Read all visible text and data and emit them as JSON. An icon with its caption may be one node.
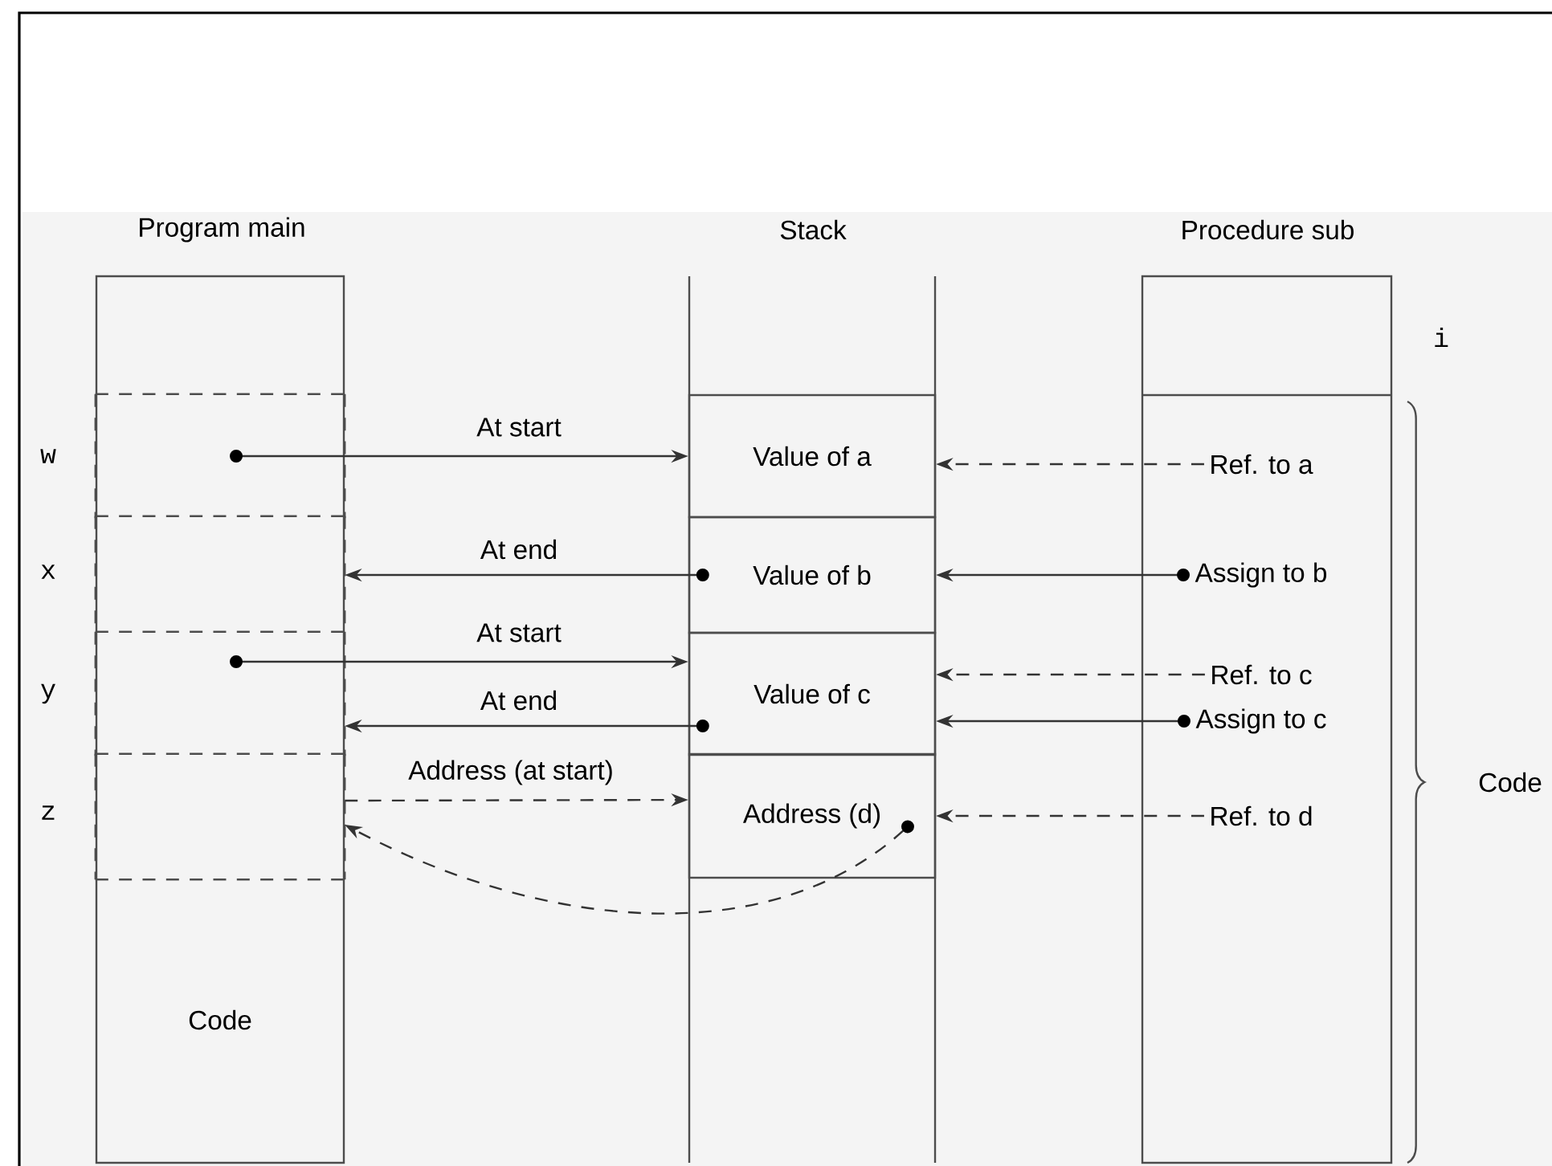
{
  "diagram": {
    "nodes": [
      {
        "text": [
          "Program main"
        ]
      },
      {
        "text": [],
        "shape": "box",
        "in": 0,
        "beside": [
          "w"
        ]
      },
      {
        "text": [],
        "shape": "box",
        "in": 0,
        "beside": [
          "x"
        ]
      },
      {
        "text": [],
        "shape": "box",
        "in": 0,
        "beside": [
          "y"
        ]
      },
      {
        "text": [],
        "shape": "box",
        "in": 0,
        "beside": [
          "z"
        ]
      },
      {
        "text": [
          "Code"
        ],
        "in": 0
      },
      {
        "text": [
          "Stack"
        ]
      },
      {
        "text": [
          "Value of a"
        ],
        "in": 6
      },
      {
        "text": [
          "Value of b"
        ],
        "in": 6
      },
      {
        "text": [
          "Value of c"
        ],
        "in": 6
      },
      {
        "text": [
          "Address (d)"
        ],
        "in": 6
      },
      {
        "text": [
          "Procedure sub"
        ]
      },
      {
        "text": [
          "Ref. to a"
        ],
        "in": 11
      },
      {
        "text": [
          "Assign to b"
        ],
        "in": 11
      },
      {
        "text": [
          "Ref. to c"
        ],
        "in": 11
      },
      {
        "text": [
          "Assign to c"
        ],
        "in": 11
      },
      {
        "text": [
          "Ref. to d"
        ],
        "in": 11
      }
    ],
    "edges": [
      {
        "from": 1,
        "to": 7,
        "arrow": "to",
        "label": "At start"
      },
      {
        "from": 8,
        "to": 2,
        "arrow": "to",
        "label": "At end"
      },
      {
        "from": 3,
        "to": 9,
        "arrow": "to",
        "label": "At start"
      },
      {
        "from": 9,
        "to": 3,
        "arrow": "to",
        "label": "At end"
      },
      {
        "from": 4,
        "to": 10,
        "arrow": "to",
        "label": "Address (at start)",
        "style": "dashed"
      },
      {
        "from": 10,
        "to": 4,
        "arrow": "to",
        "style": "dashed"
      },
      {
        "from": 12,
        "to": 7,
        "arrow": "to",
        "style": "dashed"
      },
      {
        "from": 13,
        "to": 8,
        "arrow": "to"
      },
      {
        "from": 14,
        "to": 9,
        "arrow": "to",
        "style": "dashed"
      },
      {
        "from": 15,
        "to": 9,
        "arrow": "to"
      },
      {
        "from": 16,
        "to": 10,
        "arrow": "to",
        "style": "dashed"
      }
    ],
    "labels": [
      "i",
      "Code"
    ]
  }
}
